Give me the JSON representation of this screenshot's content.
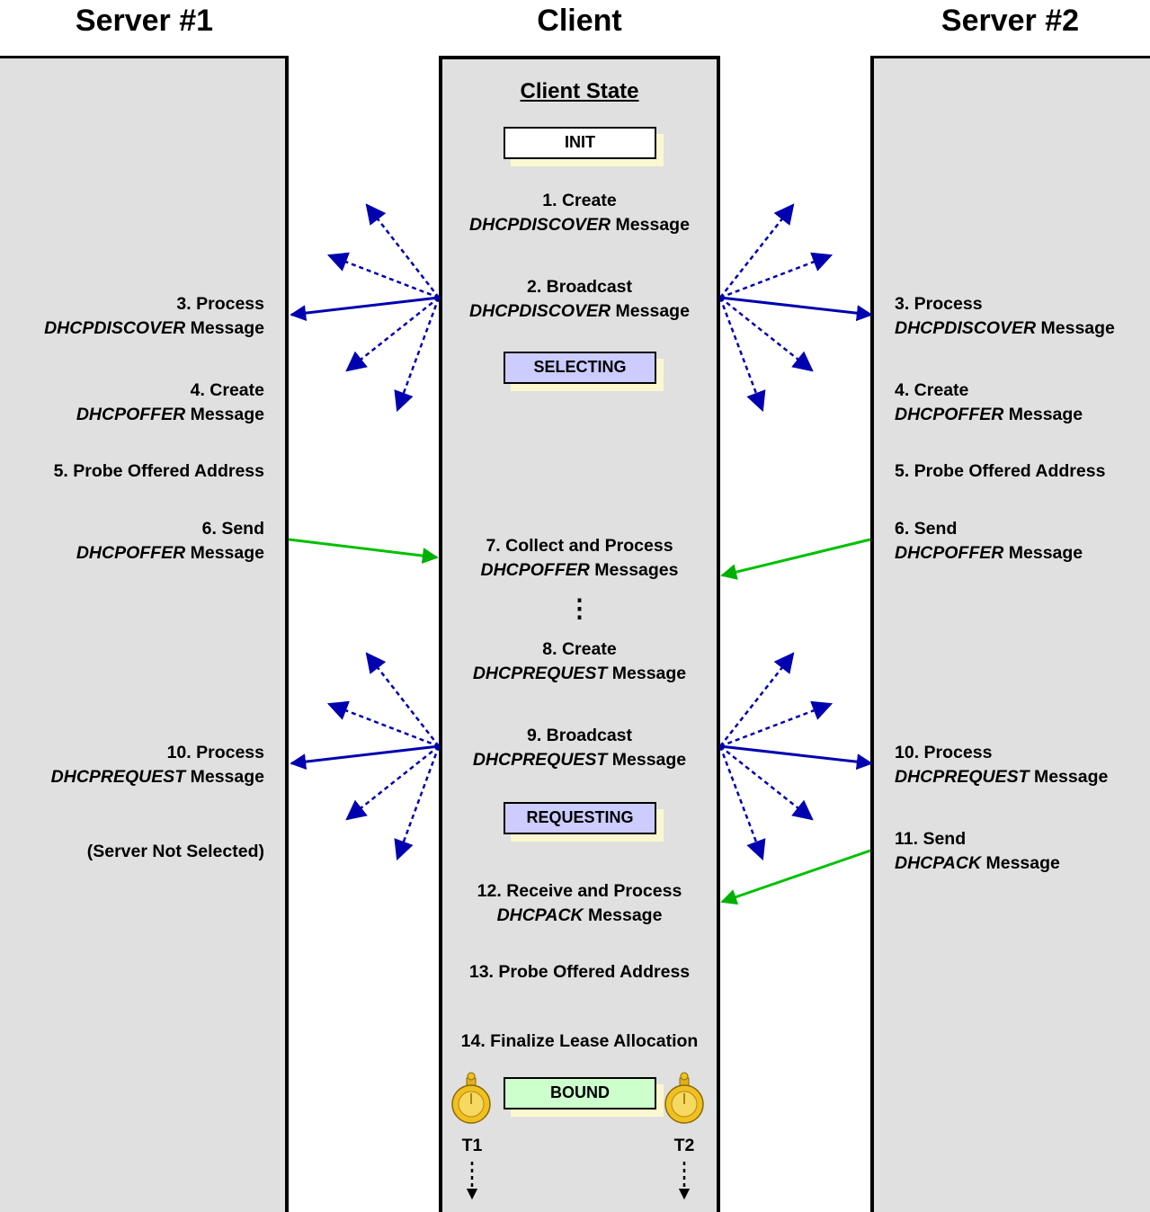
{
  "columns": {
    "server1": "Server #1",
    "client": "Client",
    "server2": "Server #2"
  },
  "client_state_heading": "Client State",
  "states": {
    "init": {
      "label": "INIT",
      "color": "#ffffff"
    },
    "selecting": {
      "label": "SELECTING",
      "color": "#ccccff"
    },
    "requesting": {
      "label": "REQUESTING",
      "color": "#ccccff"
    },
    "bound": {
      "label": "BOUND",
      "color": "#ccffcc"
    }
  },
  "client_steps": {
    "s1_a": "1. Create",
    "s1_b": "DHCPDISCOVER",
    "s1_c": " Message",
    "s2_a": "2. Broadcast",
    "s2_b": "DHCPDISCOVER",
    "s2_c": " Message",
    "s7_a": "7. Collect and Process",
    "s7_b": "DHCPOFFER",
    "s7_c": " Messages",
    "ellipsis": "⋮",
    "s8_a": "8. Create",
    "s8_b": "DHCPREQUEST",
    "s8_c": " Message",
    "s9_a": "9. Broadcast",
    "s9_b": "DHCPREQUEST",
    "s9_c": " Message",
    "s12_a": "12. Receive and Process",
    "s12_b": "DHCPACK",
    "s12_c": " Message",
    "s13": "13. Probe Offered Address",
    "s14": "14. Finalize Lease Allocation"
  },
  "server1_steps": {
    "s3_a": "3. Process",
    "s3_b": "DHCPDISCOVER",
    "s3_c": " Message",
    "s4_a": "4. Create",
    "s4_b": "DHCPOFFER",
    "s4_c": " Message",
    "s5": "5. Probe Offered Address",
    "s6_a": "6. Send",
    "s6_b": "DHCPOFFER",
    "s6_c": " Message",
    "s10_a": "10. Process",
    "s10_b": "DHCPREQUEST",
    "s10_c": " Message",
    "not_selected": "(Server Not Selected)"
  },
  "server2_steps": {
    "s3_a": "3. Process",
    "s3_b": "DHCPDISCOVER",
    "s3_c": " Message",
    "s4_a": "4. Create",
    "s4_b": "DHCPOFFER",
    "s4_c": " Message",
    "s5": "5. Probe Offered Address",
    "s6_a": "6. Send",
    "s6_b": "DHCPOFFER",
    "s6_c": " Message",
    "s10_a": "10. Process",
    "s10_b": "DHCPREQUEST",
    "s10_c": " Message",
    "s11_a": "11. Send",
    "s11_b": "DHCPACK",
    "s11_c": " Message"
  },
  "timers": {
    "t1": "T1",
    "t2": "T2"
  },
  "colors": {
    "lane_fill": "#e0e0e0",
    "broadcast_arrow": "#0000b0",
    "response_arrow": "#00c000",
    "state_shadow": "#fbf8d0",
    "stopwatch": "#f0c020"
  }
}
